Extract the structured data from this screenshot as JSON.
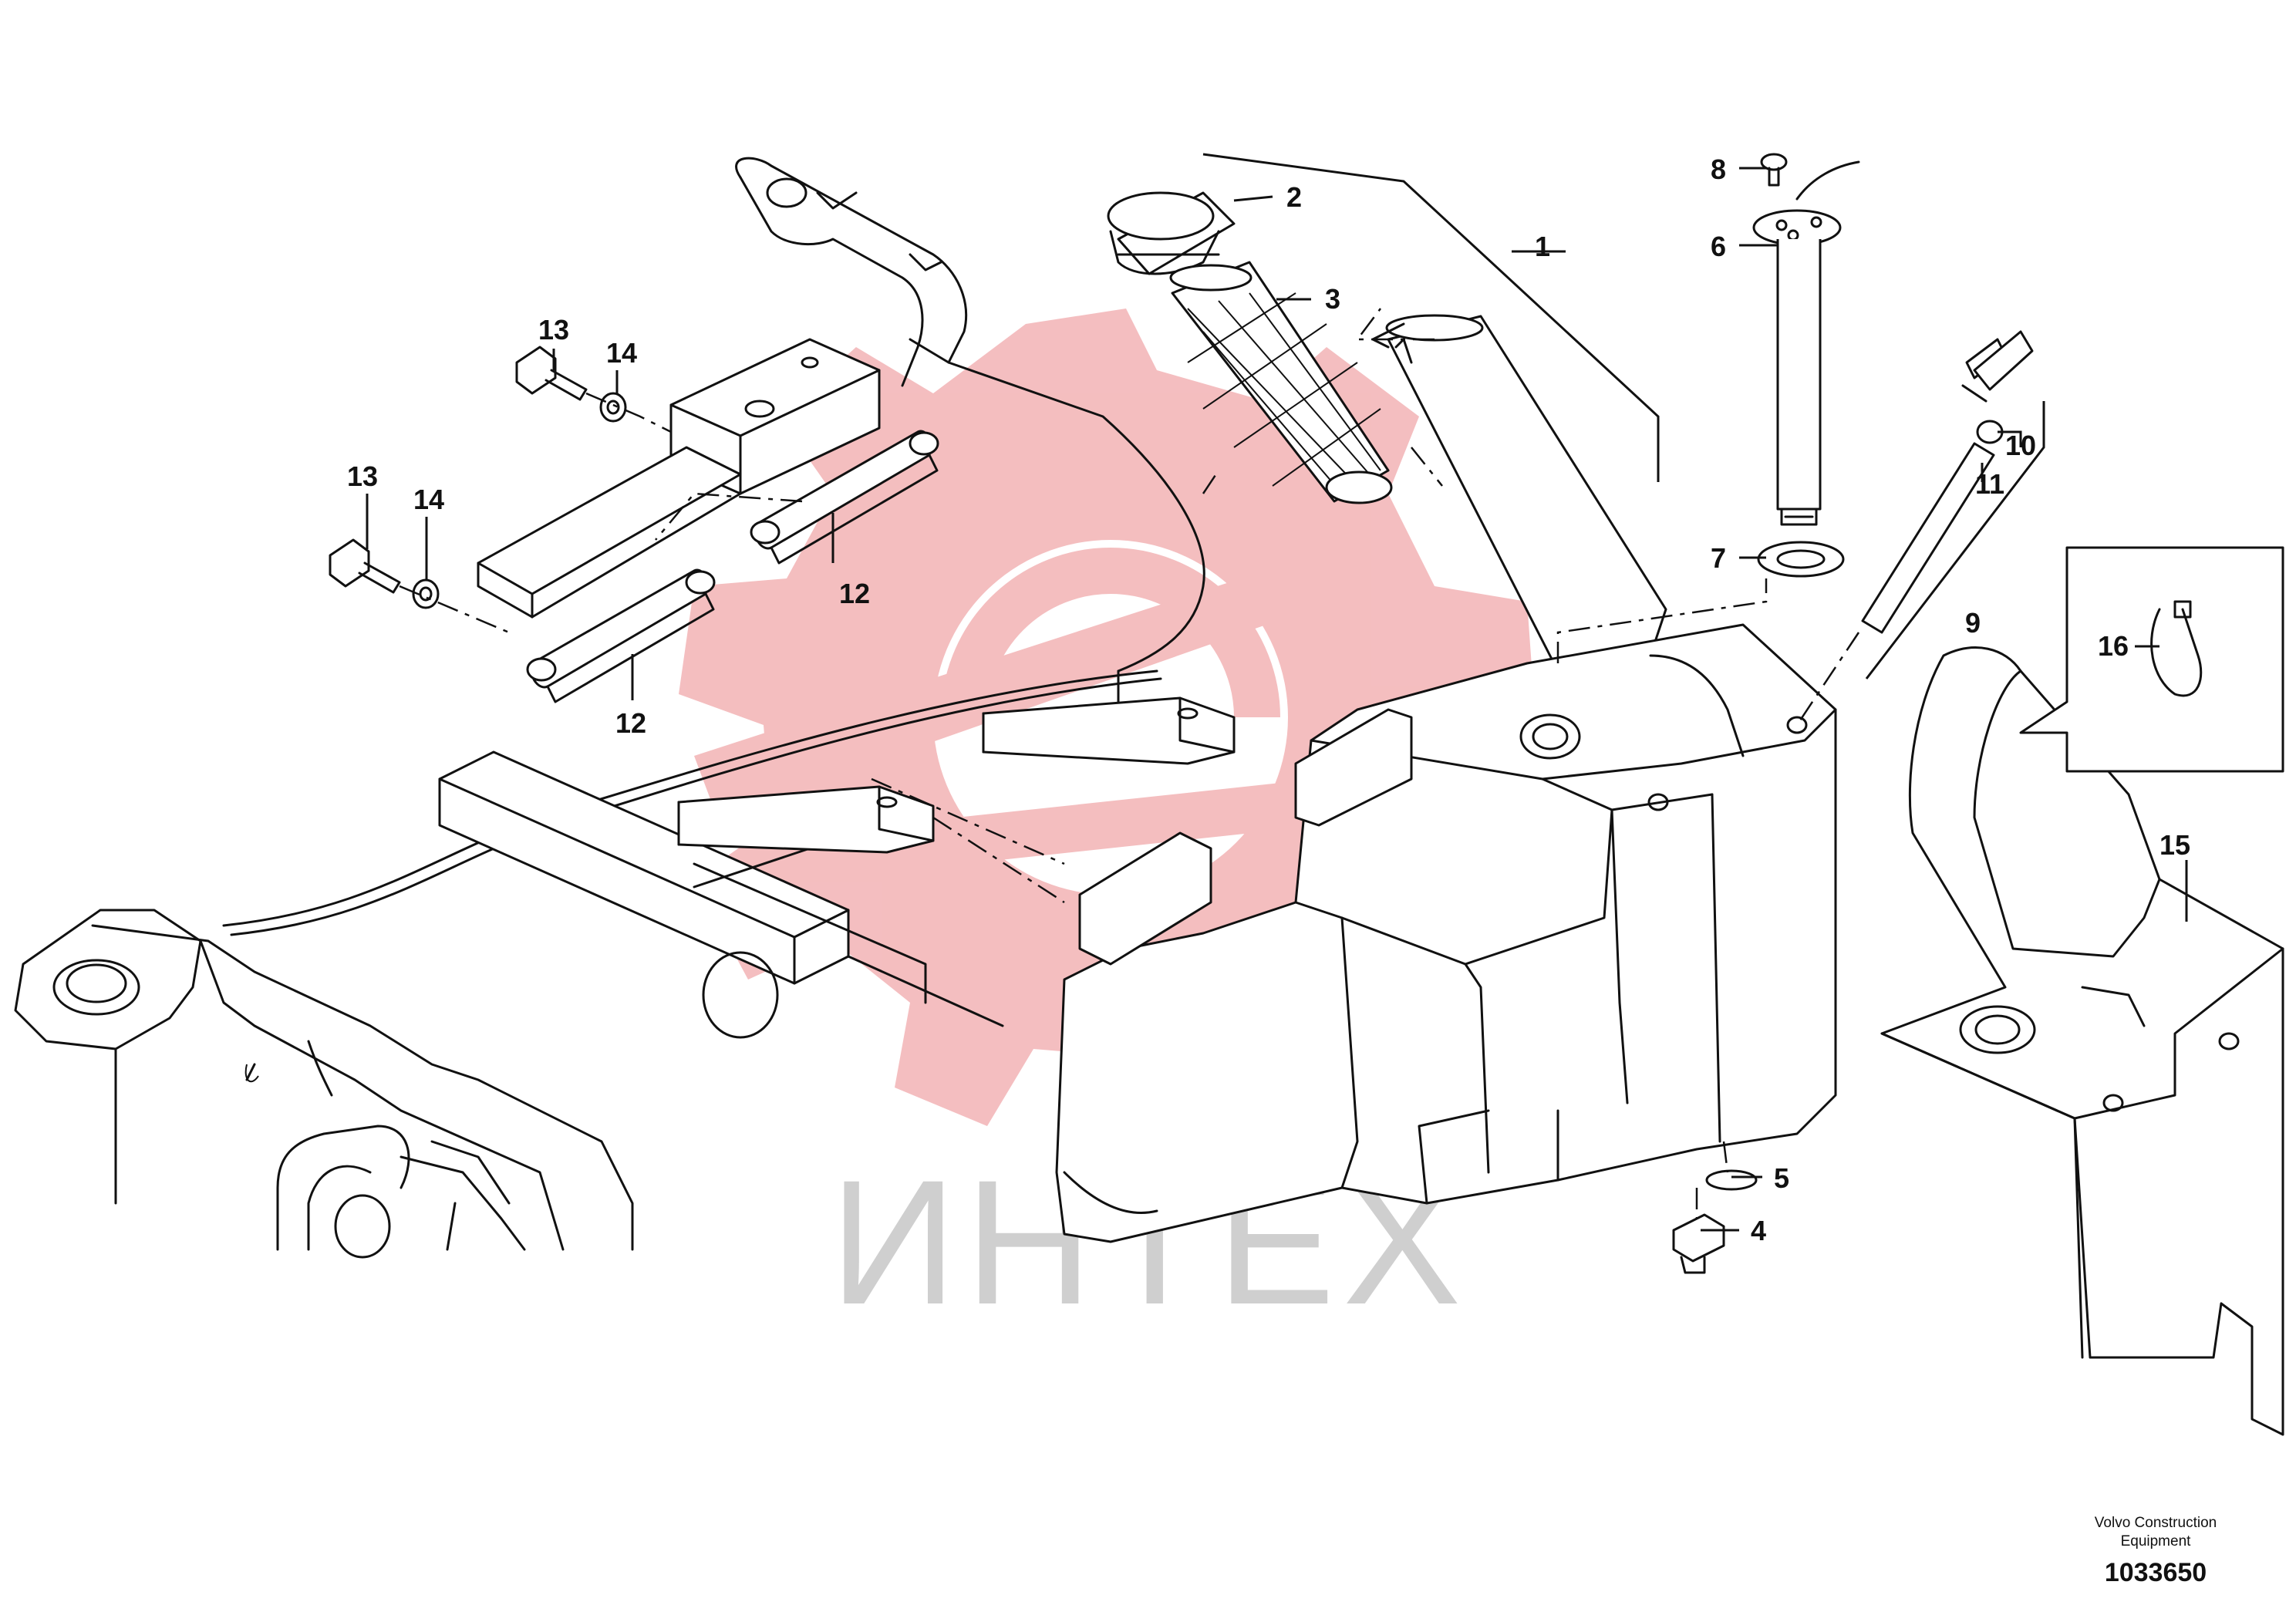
{
  "watermark": {
    "text": "ИНТЕХ",
    "logo_color": "#f3b7b9",
    "text_color": "#cfcfcf"
  },
  "callouts": [
    {
      "id": "c1",
      "label": "1"
    },
    {
      "id": "c2",
      "label": "2"
    },
    {
      "id": "c3",
      "label": "3"
    },
    {
      "id": "c4",
      "label": "4"
    },
    {
      "id": "c5",
      "label": "5"
    },
    {
      "id": "c6",
      "label": "6"
    },
    {
      "id": "c7",
      "label": "7"
    },
    {
      "id": "c8",
      "label": "8"
    },
    {
      "id": "c9",
      "label": "9"
    },
    {
      "id": "c10",
      "label": "10"
    },
    {
      "id": "c11",
      "label": "11"
    },
    {
      "id": "c12a",
      "label": "12"
    },
    {
      "id": "c12b",
      "label": "12"
    },
    {
      "id": "c13a",
      "label": "13"
    },
    {
      "id": "c13b",
      "label": "13"
    },
    {
      "id": "c14a",
      "label": "14"
    },
    {
      "id": "c14b",
      "label": "14"
    },
    {
      "id": "c15",
      "label": "15"
    },
    {
      "id": "c16",
      "label": "16"
    }
  ],
  "footer": {
    "line1": "Volvo Construction",
    "line2": "Equipment",
    "drawing_number": "1033650"
  }
}
